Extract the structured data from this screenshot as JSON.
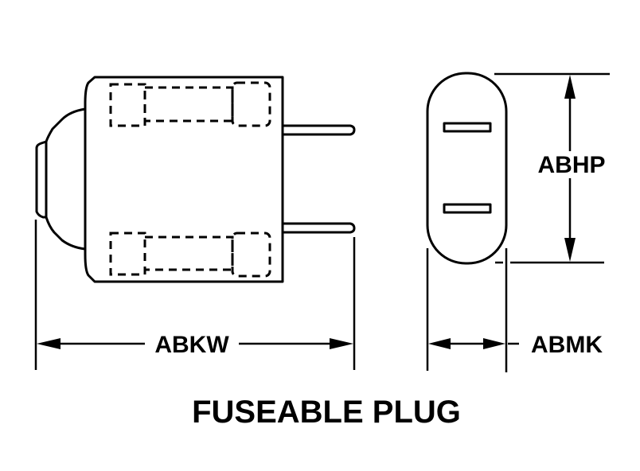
{
  "title": "FUSEABLE PLUG",
  "dimensions": {
    "overall_length": "ABKW",
    "thickness": "ABMK",
    "height": "ABHP"
  },
  "views": [
    "side-view",
    "end-view"
  ],
  "colors": {
    "line": "#000000",
    "background": "#ffffff"
  }
}
